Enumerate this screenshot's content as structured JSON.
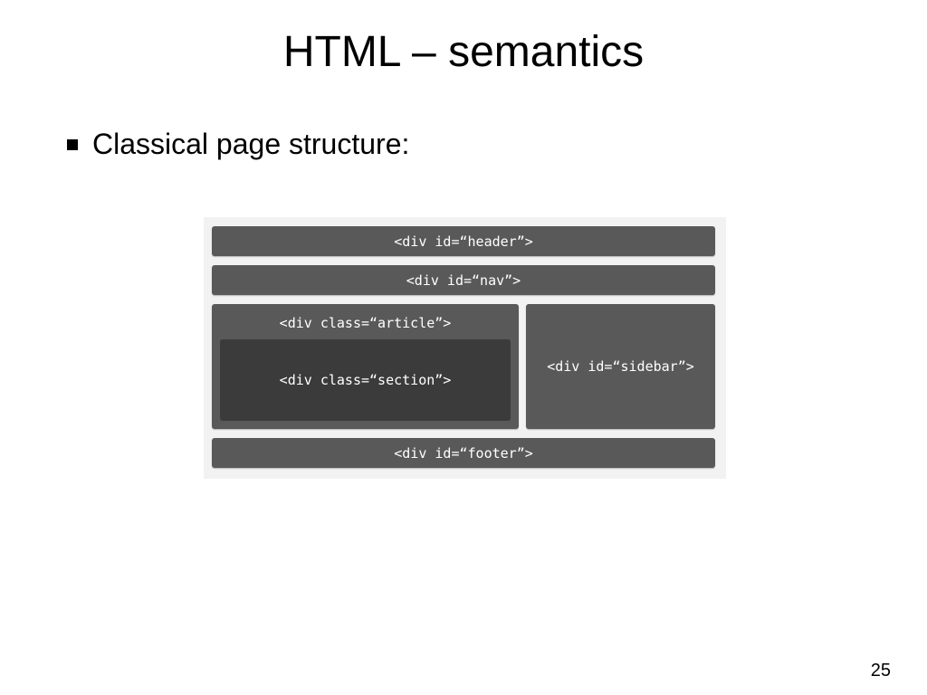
{
  "slide": {
    "title": "HTML – semantics",
    "bullet": "Classical page structure:",
    "page_number": "25"
  },
  "diagram": {
    "header": "<div id=“header”>",
    "nav": "<div id=“nav”>",
    "article": "<div class=“article”>",
    "section": "<div class=“section”>",
    "sidebar": "<div id=“sidebar”>",
    "footer": "<div id=“footer”>"
  },
  "colors": {
    "block": "#595959",
    "section_block": "#3b3b3b",
    "diagram_background": "#f2f2f2",
    "block_text": "#ffffff"
  },
  "icons": {
    "bullet": "square-bullet-icon"
  }
}
